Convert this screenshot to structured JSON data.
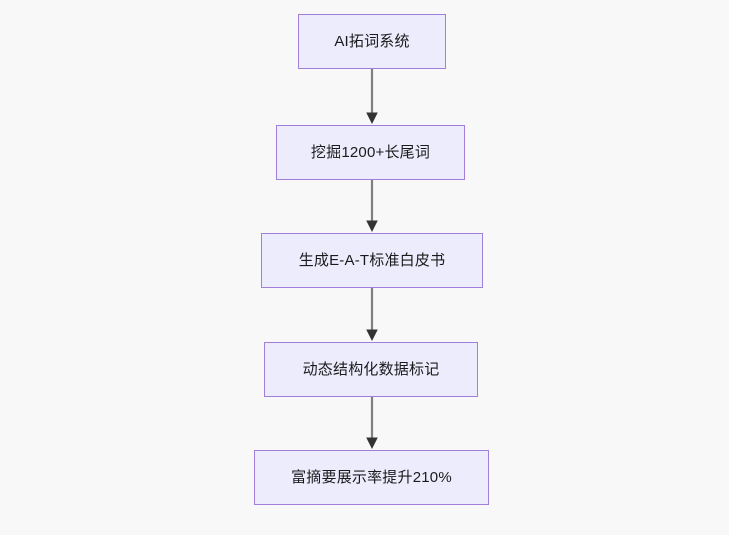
{
  "diagram": {
    "type": "flowchart",
    "direction": "top-to-bottom",
    "background_color": "#f8f8f9",
    "node_fill_color": "#ececfc",
    "node_border_color": "#9f7fd9",
    "node_text_color": "#1b1b1d",
    "connector_line_color": "#808080",
    "connector_arrow_color": "#333333",
    "nodes": [
      {
        "id": "n1",
        "label": "AI拓词系统"
      },
      {
        "id": "n2",
        "label": "挖掘1200+长尾词"
      },
      {
        "id": "n3",
        "label": "生成E-A-T标准白皮书"
      },
      {
        "id": "n4",
        "label": "动态结构化数据标记"
      },
      {
        "id": "n5",
        "label": "富摘要展示率提升210%"
      }
    ],
    "edges": [
      {
        "from": "n1",
        "to": "n2",
        "label": ""
      },
      {
        "from": "n2",
        "to": "n3",
        "label": ""
      },
      {
        "from": "n3",
        "to": "n4",
        "label": ""
      },
      {
        "from": "n4",
        "to": "n5",
        "label": ""
      }
    ]
  }
}
